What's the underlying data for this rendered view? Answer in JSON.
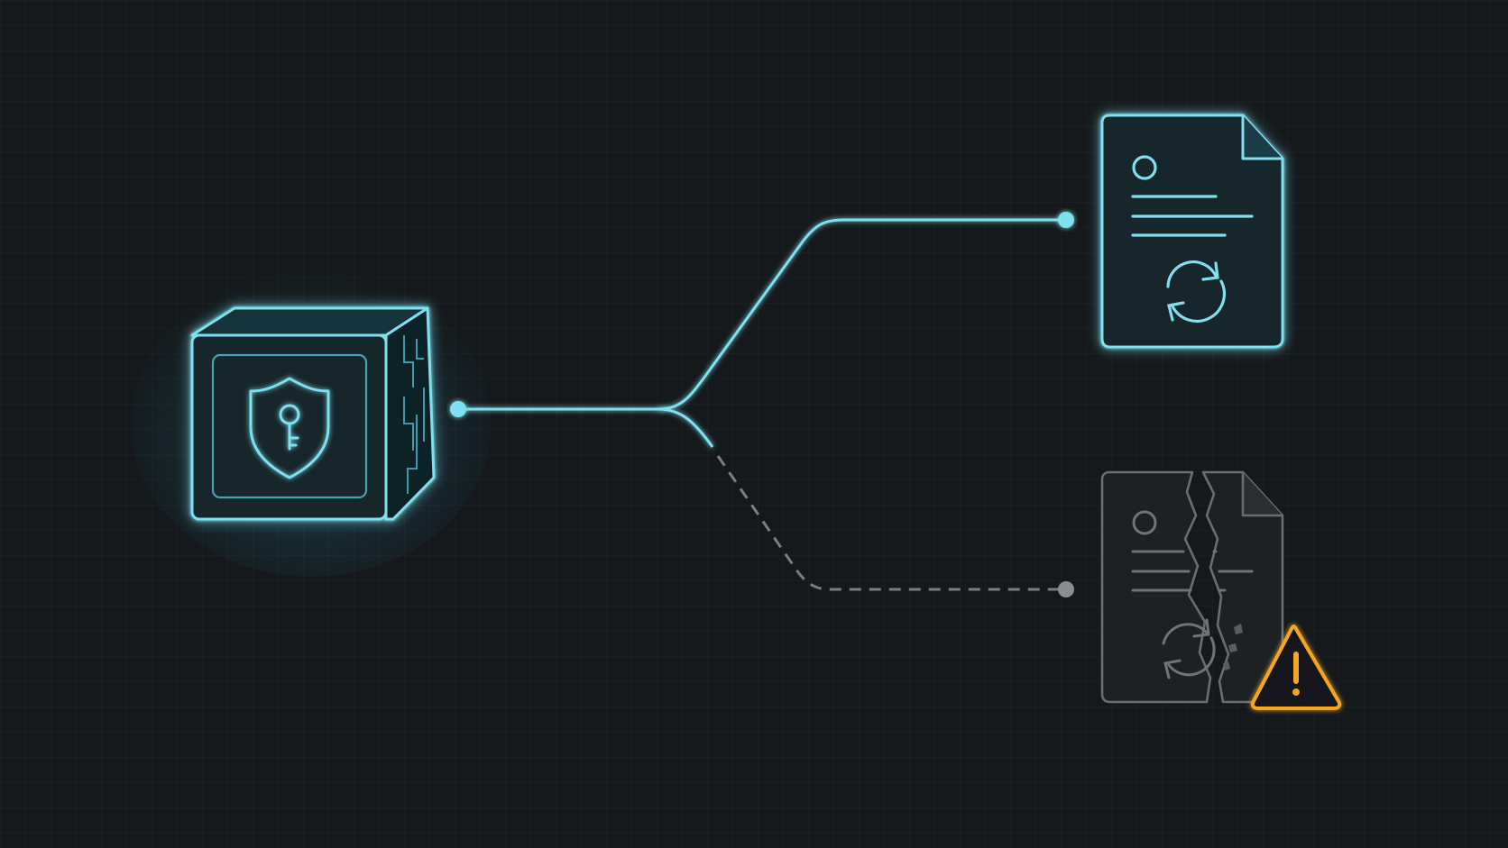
{
  "colors": {
    "background": "#15191c",
    "accent": "#7fe0f0",
    "accent_glow": "#1fb6d8",
    "inactive": "#7b7f83",
    "inactive_dim": "#55595d",
    "warning": "#f5a623"
  },
  "nodes": {
    "source": {
      "icon": "secure-vault-cube-icon",
      "inner_icon": "shield-key-icon",
      "state": "active"
    },
    "target_ok": {
      "icon": "document-sync-icon",
      "state": "active"
    },
    "target_failed": {
      "icon": "broken-document-sync-icon",
      "state": "failed",
      "badge": "warning-triangle-icon"
    }
  },
  "connections": [
    {
      "from": "source",
      "to": "target_ok",
      "style": "solid"
    },
    {
      "from": "source",
      "to": "target_failed",
      "style": "dashed"
    }
  ]
}
